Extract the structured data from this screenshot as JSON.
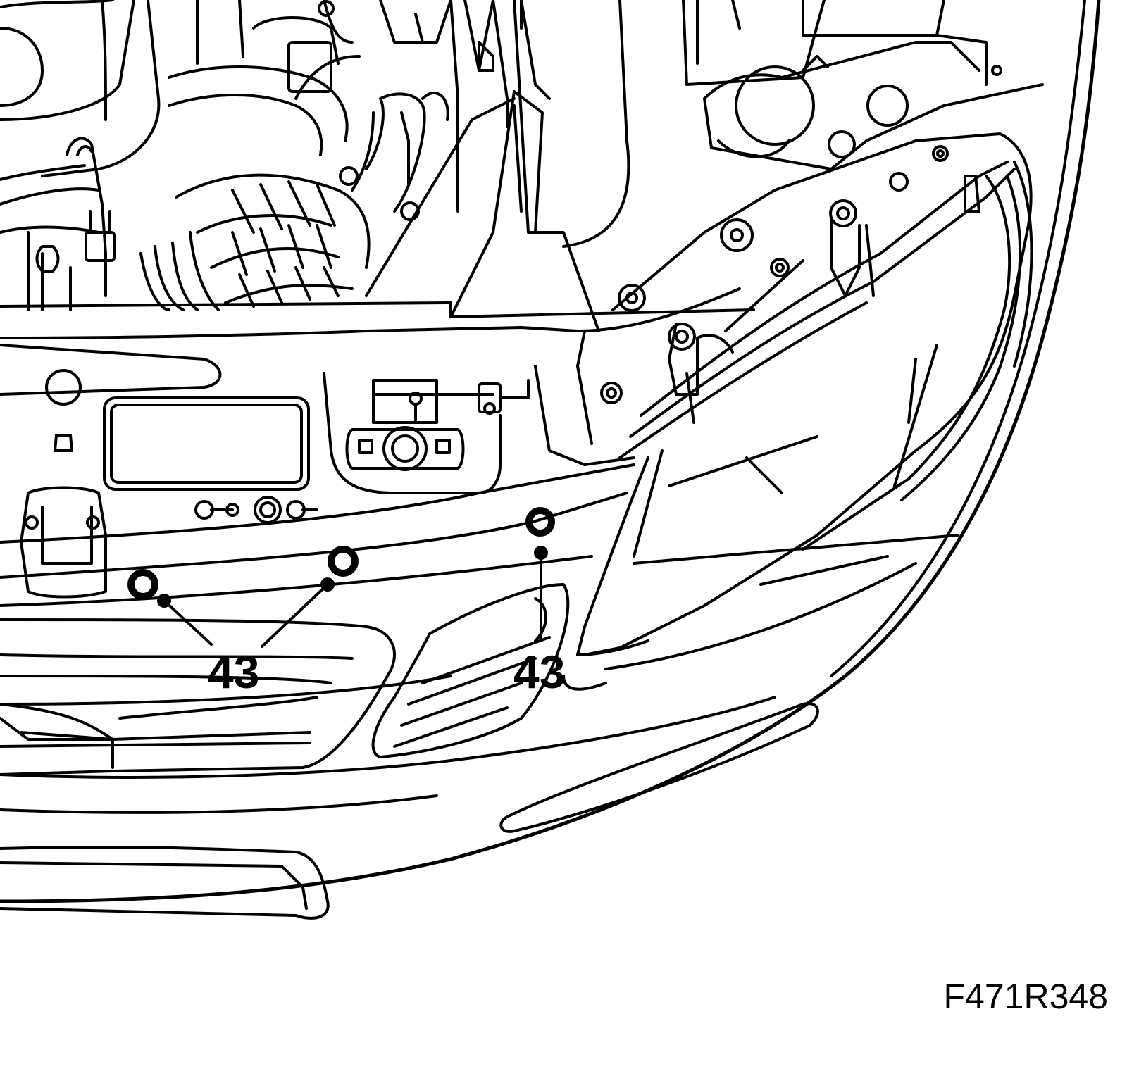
{
  "callouts": [
    {
      "label": "43"
    },
    {
      "label": "43"
    }
  ],
  "figure_id": "F471R348",
  "colors": {
    "line": "#000000",
    "background": "#ffffff"
  }
}
